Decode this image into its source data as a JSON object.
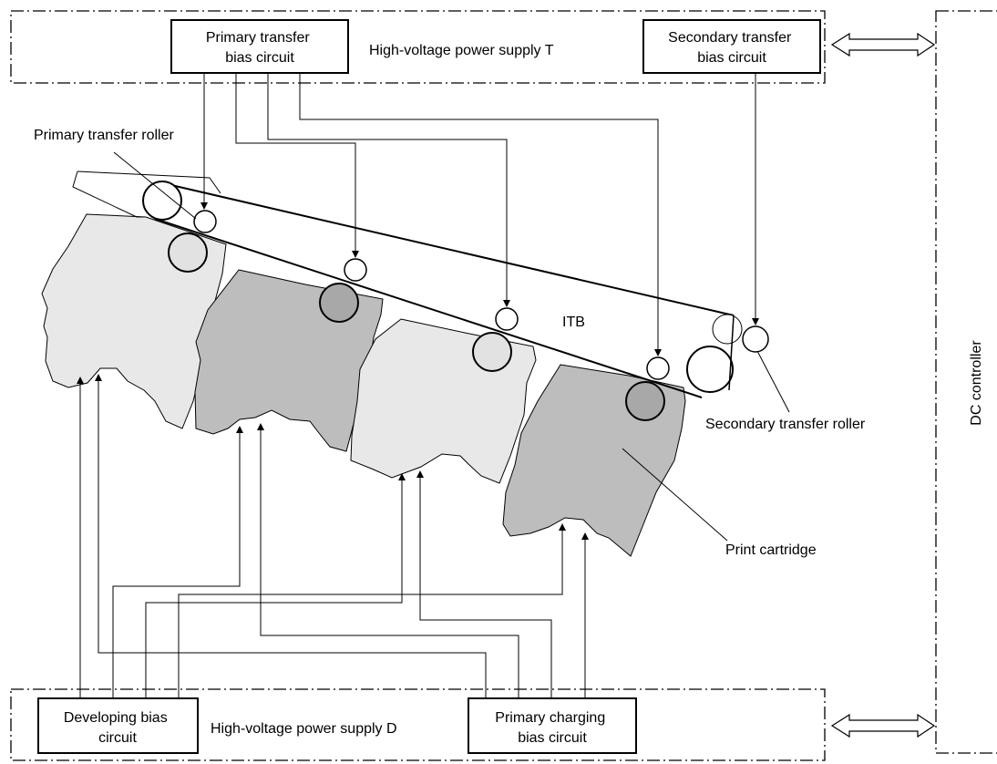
{
  "hv_supply_t": {
    "title": "High-voltage power supply T",
    "primary_transfer_bias": [
      "Primary transfer",
      "bias circuit"
    ],
    "secondary_transfer_bias": [
      "Secondary transfer",
      "bias circuit"
    ]
  },
  "hv_supply_d": {
    "title": "High-voltage power supply D",
    "developing_bias": [
      "Developing bias",
      "circuit"
    ],
    "primary_charging_bias": [
      "Primary charging",
      "bias circuit"
    ]
  },
  "dc_controller": "DC controller",
  "labels": {
    "primary_transfer_roller": "Primary transfer roller",
    "itb": "ITB",
    "secondary_transfer_roller": "Secondary transfer roller",
    "print_cartridge": "Print cartridge"
  },
  "colors": {
    "line": "#000000",
    "cartridge_light": "#e8e8e8",
    "cartridge_dark": "#bdbdbd",
    "drum_light": "#e2e2e2",
    "drum_dark": "#a8a8a8"
  }
}
